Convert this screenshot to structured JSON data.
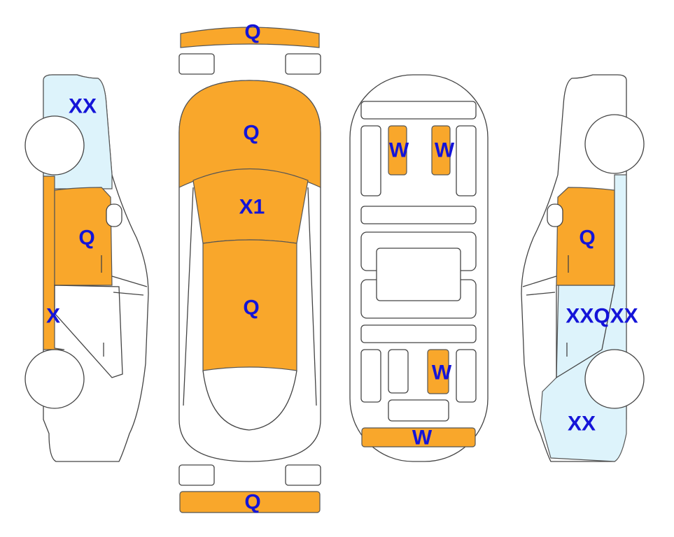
{
  "colors": {
    "damage_orange": "#F9A72B",
    "damage_light_blue": "#DDF3FB",
    "label_blue": "#1414D8",
    "outline": "#444444"
  },
  "left_side": {
    "rear_upper": "XX",
    "rear_door": "Q",
    "sill": "X"
  },
  "top_view": {
    "front_bumper": "Q",
    "hood": "Q",
    "windshield": "X1",
    "roof": "Q",
    "rear_bumper": "Q"
  },
  "underside": {
    "front_left": "W",
    "front_right": "W",
    "rear_center": "W",
    "rear_bar": "W"
  },
  "right_side": {
    "rear_door": "Q",
    "front_door_pillar": "XXQXX",
    "front_fender": "XX"
  }
}
